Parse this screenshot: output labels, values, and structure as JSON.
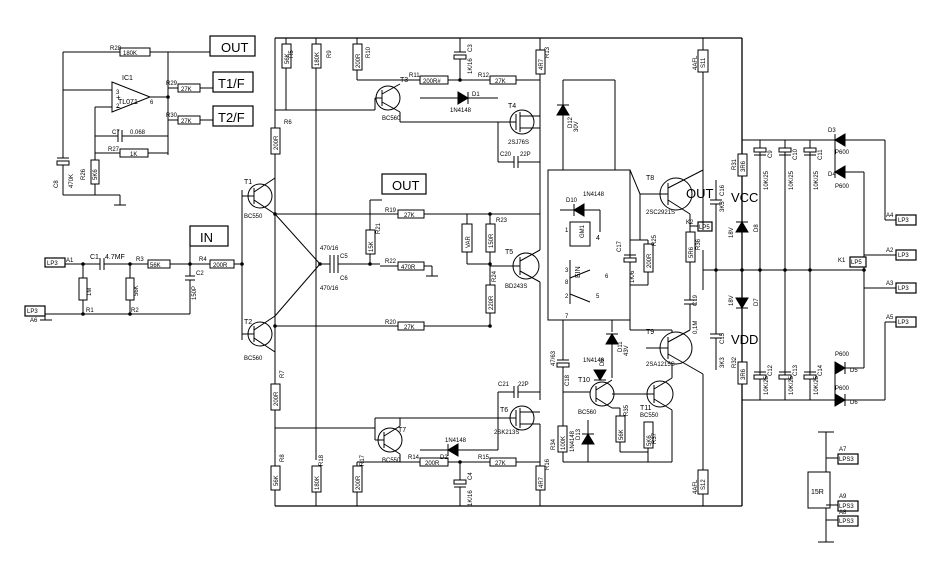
{
  "flags": {
    "out_top": "OUT",
    "t1f": "T1/F",
    "t2f": "T2/F",
    "in": "IN",
    "out_mid": "OUT"
  },
  "rails": {
    "vcc": "VCC",
    "vdd": "VDD",
    "out_label": "OUT"
  },
  "connectors": [
    {
      "pin": "A1",
      "name": "LP3"
    },
    {
      "pin": "A6",
      "name": "LP3"
    },
    {
      "pin": "A4",
      "name": "LP3"
    },
    {
      "pin": "A2",
      "name": "LP3"
    },
    {
      "pin": "A3",
      "name": "LP3"
    },
    {
      "pin": "A5",
      "name": "LP3"
    },
    {
      "pin": "K1",
      "name": "LP5"
    },
    {
      "pin": "K2",
      "name": "LP5"
    },
    {
      "pin": "A7",
      "name": "LPS3"
    },
    {
      "pin": "A9",
      "name": "LPS3"
    },
    {
      "pin": "A8",
      "name": "LPS3"
    }
  ],
  "transistors": {
    "T1": {
      "ref": "T1",
      "part": "BC550"
    },
    "T2": {
      "ref": "T2",
      "part": "BC560"
    },
    "T3": {
      "ref": "T3",
      "part": "BC560"
    },
    "T4": {
      "ref": "T4",
      "part": "2SJ76S"
    },
    "T5": {
      "ref": "T5",
      "part": "BD243S"
    },
    "T6": {
      "ref": "T6",
      "part": "2SK213S"
    },
    "T7": {
      "ref": "T7",
      "part": "BC550"
    },
    "T8": {
      "ref": "T8",
      "part": "2SC2921S"
    },
    "T9": {
      "ref": "T9",
      "part": "2SA1215S"
    },
    "T10": {
      "ref": "T10",
      "part": "BC560"
    },
    "T11": {
      "ref": "T11",
      "part": "BC550"
    },
    "IC1": {
      "ref": "IC1",
      "part": "TL071"
    }
  },
  "resistors": {
    "R28": {
      "ref": "R28",
      "value": "180K"
    },
    "R29": {
      "ref": "R29",
      "value": "27K"
    },
    "R30": {
      "ref": "R30",
      "value": "27K"
    },
    "R27": {
      "ref": "R27",
      "value": "1K"
    },
    "R26": {
      "ref": "R26",
      "value": "5K6"
    },
    "R1": {
      "ref": "R1",
      "value": "1M"
    },
    "R2": {
      "ref": "R2",
      "value": "56K"
    },
    "R3": {
      "ref": "R3",
      "value": "56K"
    },
    "R4": {
      "ref": "R4",
      "value": "200R"
    },
    "R5": {
      "ref": "R5",
      "value": "56K"
    },
    "R6": {
      "ref": "R6",
      "value": "200R"
    },
    "R7": {
      "ref": "R7",
      "value": "200R"
    },
    "R8": {
      "ref": "R8",
      "value": "56K"
    },
    "R9": {
      "ref": "R9",
      "value": "180K"
    },
    "R18": {
      "ref": "R18",
      "value": "180K"
    },
    "R10": {
      "ref": "R10",
      "value": "200R"
    },
    "R11": {
      "ref": "R11",
      "value": "200R#"
    },
    "R12": {
      "ref": "R12",
      "value": "27K"
    },
    "R13": {
      "ref": "R13",
      "value": "4R7"
    },
    "R14": {
      "ref": "R14",
      "value": "200R"
    },
    "R15": {
      "ref": "R15",
      "value": "27K"
    },
    "R16": {
      "ref": "R16",
      "value": "4R7"
    },
    "R17": {
      "ref": "R17",
      "value": "200R"
    },
    "R19": {
      "ref": "R19",
      "value": "27K"
    },
    "R20": {
      "ref": "R20",
      "value": "27K"
    },
    "R21": {
      "ref": "R21",
      "value": "15K"
    },
    "R22": {
      "ref": "R22",
      "value": "470R"
    },
    "R23": {
      "ref": "R23",
      "value": "150R"
    },
    "R24": {
      "ref": "R24",
      "value": "220R"
    },
    "R25": {
      "ref": "R25",
      "value": "200R"
    },
    "R31": {
      "ref": "R31",
      "value": "3R6"
    },
    "R32": {
      "ref": "R32",
      "value": "3R6"
    },
    "R33": {
      "ref": "R33",
      "value": "5R6"
    },
    "R34": {
      "ref": "R34",
      "value": "100K"
    },
    "R35": {
      "ref": "R35",
      "value": "56K"
    },
    "R36": {
      "ref": "R36",
      "value": "5R6"
    },
    "R37": {
      "ref": "R37",
      "value": "5K6"
    },
    "S11": {
      "ref": "S11",
      "value": "4AFL"
    },
    "S12": {
      "ref": "S12",
      "value": "4AFL"
    },
    "R15R": {
      "ref": "",
      "value": "15R"
    },
    "VAR": {
      "ref": "",
      "value": "VAR"
    }
  },
  "capacitors": {
    "C1": {
      "ref": "C1",
      "value": "4.7MF"
    },
    "C2": {
      "ref": "C2",
      "value": "150P"
    },
    "C3": {
      "ref": "C3",
      "value": "1K/16"
    },
    "C4": {
      "ref": "C4",
      "value": "1K/16"
    },
    "C5": {
      "ref": "C5",
      "value": "470/16"
    },
    "C6": {
      "ref": "C6",
      "value": "470/16"
    },
    "C7": {
      "ref": "C7",
      "value": "0.068"
    },
    "C8": {
      "ref": "C8",
      "value": "470K"
    },
    "C9": {
      "ref": "C9",
      "value": "10K/25"
    },
    "C10": {
      "ref": "C10",
      "value": "10K/25"
    },
    "C11": {
      "ref": "C11",
      "value": "10K/25"
    },
    "C12": {
      "ref": "C12",
      "value": "10K/25"
    },
    "C13": {
      "ref": "C13",
      "value": "10K/25"
    },
    "C14": {
      "ref": "C14",
      "value": "10K/25"
    },
    "C15": {
      "ref": "C15",
      "value": "3K3"
    },
    "C16": {
      "ref": "C16",
      "value": "3K3"
    },
    "C17": {
      "ref": "C17",
      "value": "1K/6"
    },
    "C18": {
      "ref": "C18",
      "value": "47/63"
    },
    "C19": {
      "ref": "C19",
      "value": "0,1M"
    },
    "C20": {
      "ref": "C20",
      "value": "22P"
    },
    "C21": {
      "ref": "C21",
      "value": "22P"
    }
  },
  "diodes": {
    "D1": {
      "ref": "D1",
      "part": "1N4148"
    },
    "D2": {
      "ref": "D2",
      "part": "1N4148"
    },
    "D3": {
      "ref": "D3",
      "part": "P600"
    },
    "D4": {
      "ref": "D4",
      "part": "P600"
    },
    "D5": {
      "ref": "D5",
      "part": "P600"
    },
    "D6": {
      "ref": "D6",
      "part": "P600"
    },
    "D7": {
      "ref": "D7",
      "part": "18V"
    },
    "D8": {
      "ref": "D8",
      "part": "18V"
    },
    "D9": {
      "ref": "D9",
      "part": "1N4148"
    },
    "D10": {
      "ref": "D10",
      "part": "1N4148"
    },
    "D11": {
      "ref": "D11",
      "part": "43V"
    },
    "D12": {
      "ref": "D12",
      "part": "30V"
    },
    "D13": {
      "ref": "D13",
      "part": "1N4148"
    }
  },
  "relay": {
    "ref": "EIN",
    "part": "GM1"
  },
  "pins": [
    "1",
    "2",
    "3",
    "4",
    "5",
    "6",
    "7",
    "8"
  ]
}
